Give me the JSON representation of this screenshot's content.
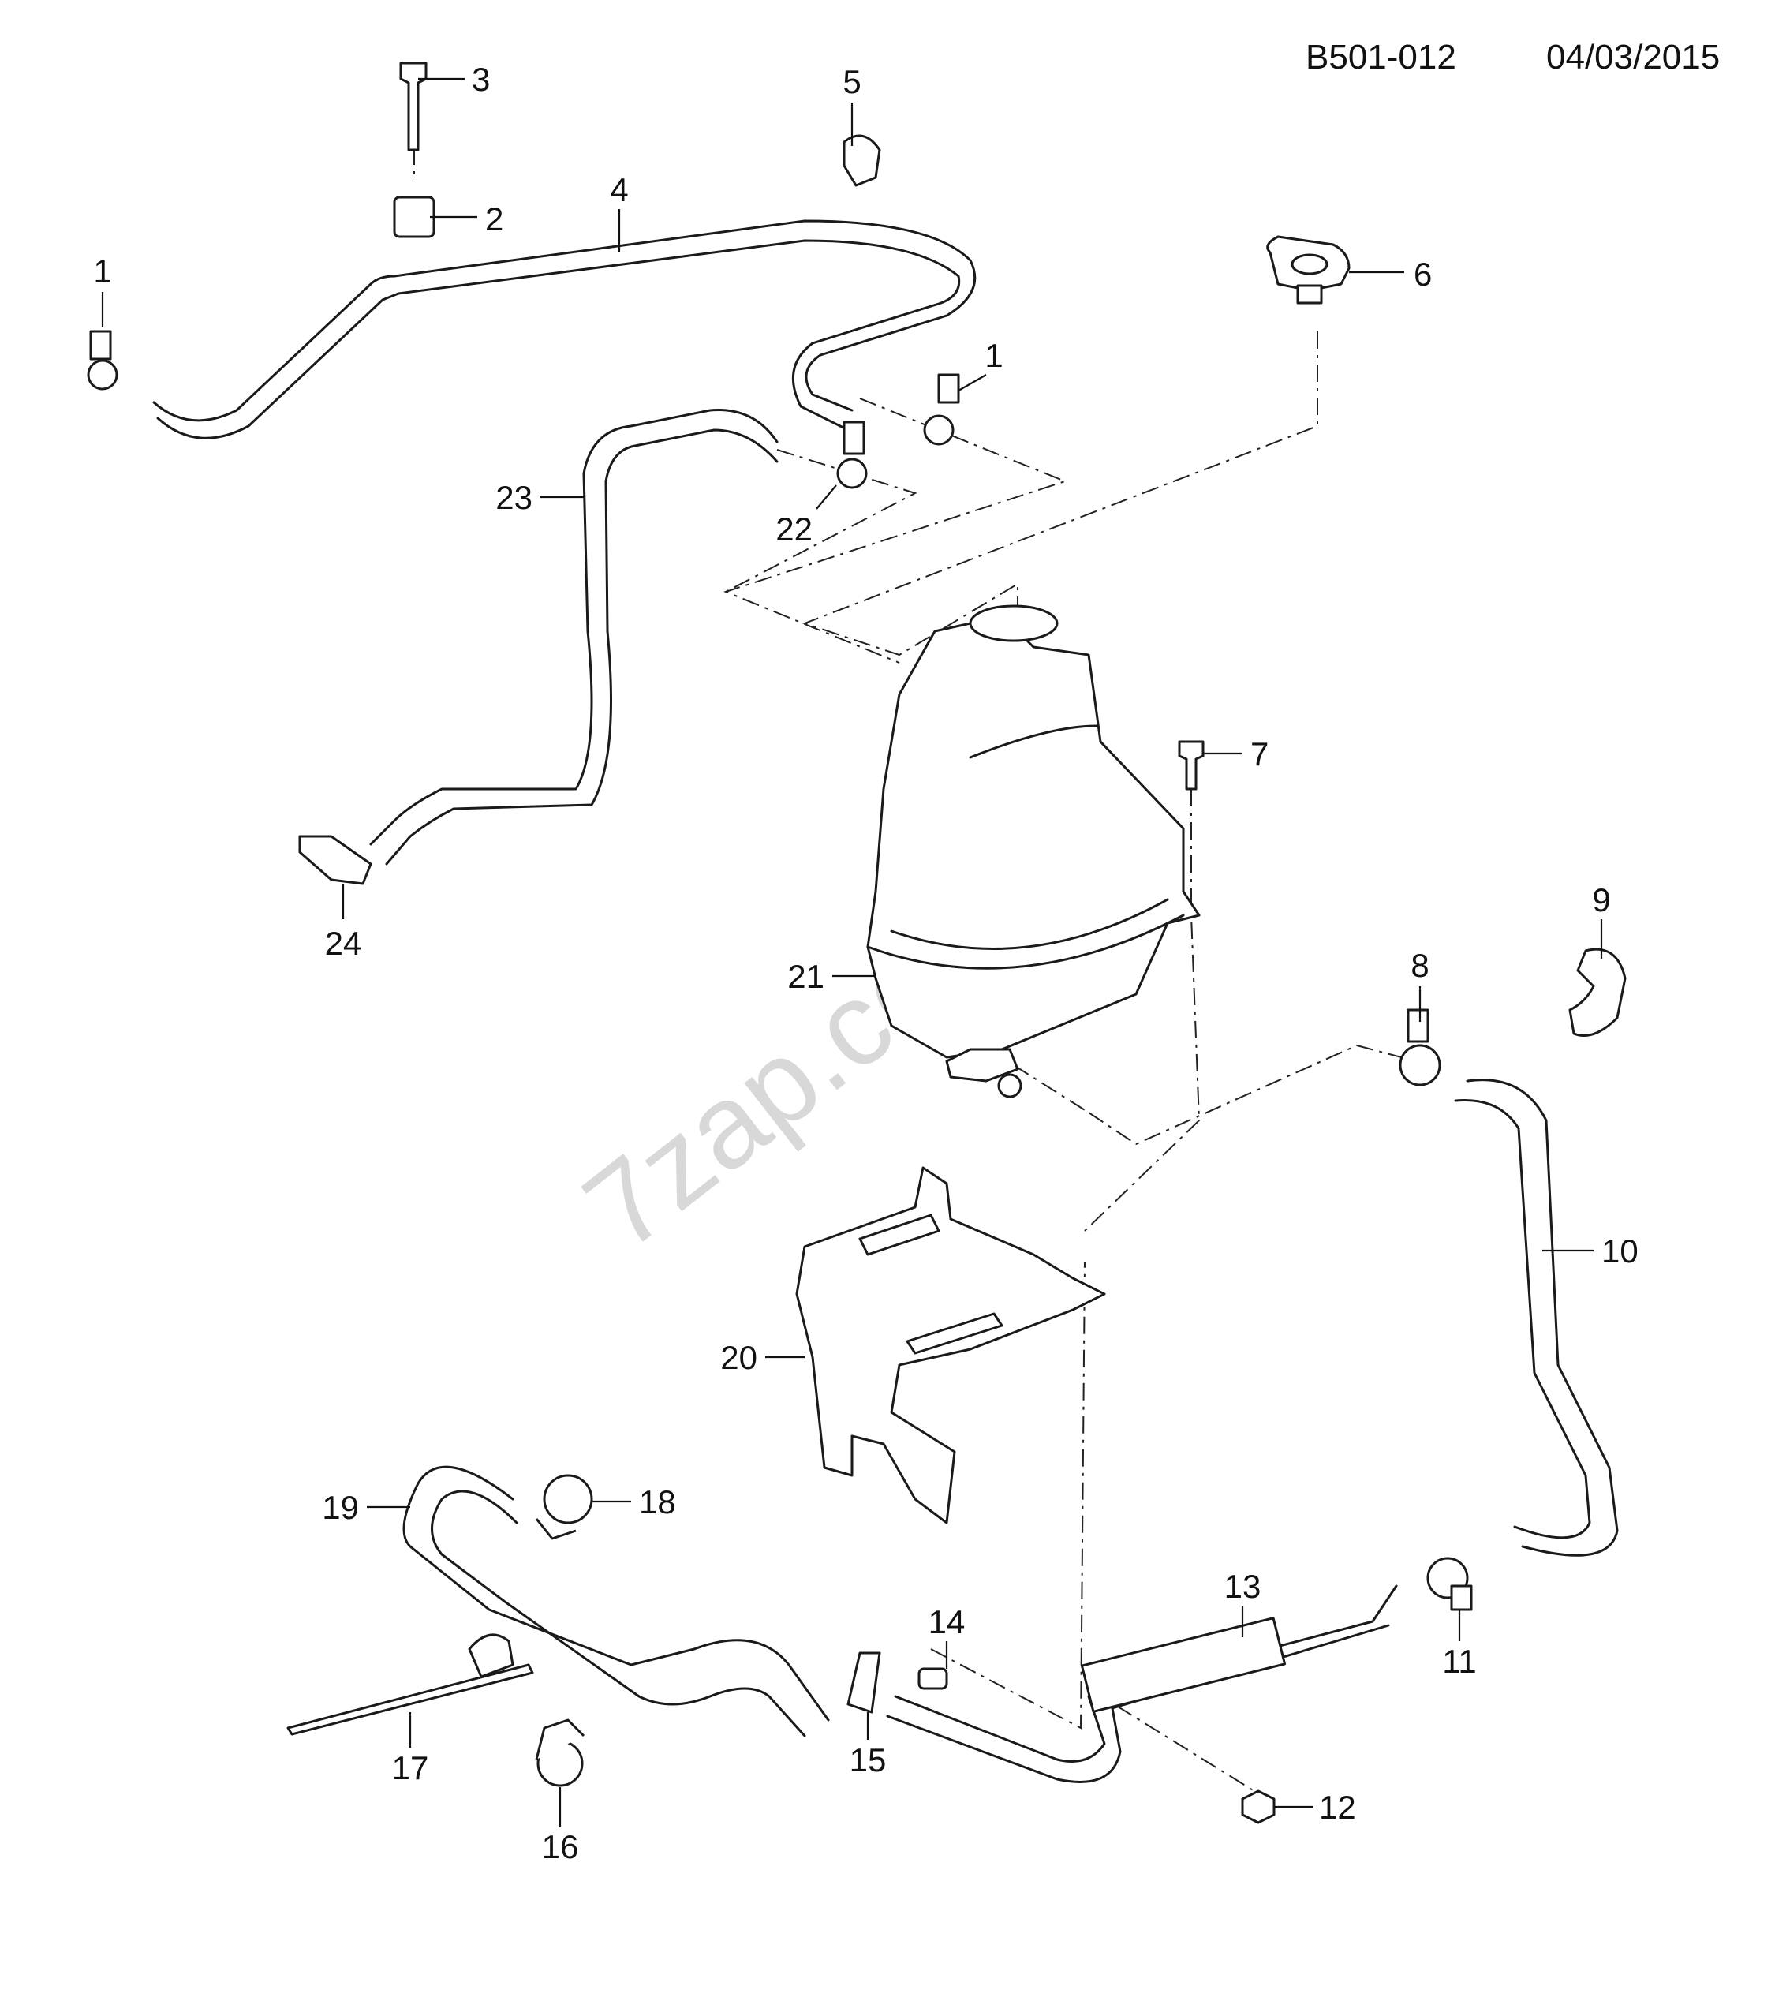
{
  "header": {
    "diagram_code": "B501-012",
    "date": "04/03/2015"
  },
  "watermark": "7zap.com",
  "callouts": [
    "1",
    "2",
    "3",
    "4",
    "5",
    "6",
    "7",
    "8",
    "9",
    "10",
    "11",
    "12",
    "13",
    "14",
    "15",
    "16",
    "17",
    "18",
    "19",
    "20",
    "21",
    "22",
    "23",
    "24"
  ],
  "callout_repeat": "1",
  "colors": {
    "line": "#1a1a1a",
    "background": "#ffffff",
    "watermark": "#d8d8d8"
  }
}
